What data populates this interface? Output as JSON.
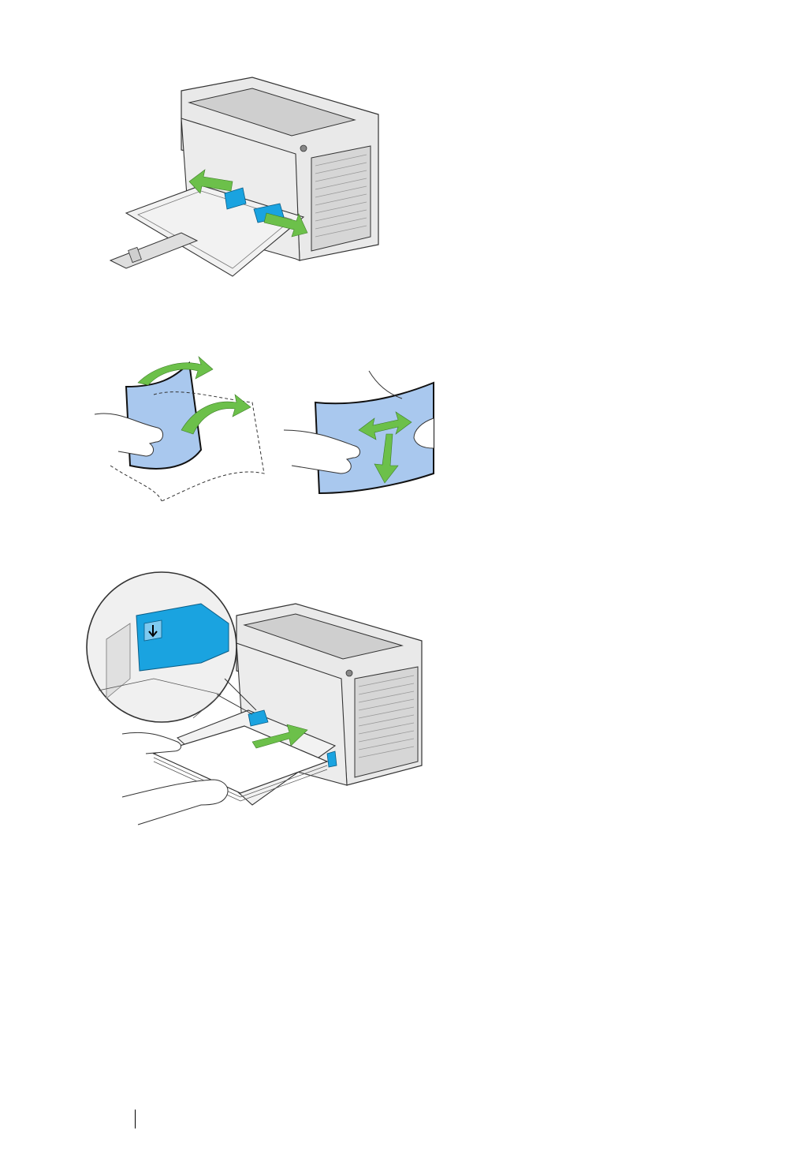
{
  "page": {
    "background": "#ffffff"
  },
  "colors": {
    "arrow_green": "#6cc04a",
    "guide_blue": "#1aa3e0",
    "paper_blue": "#a9c8ee",
    "printer_light": "#e9e9e9",
    "printer_mid": "#d0d0d0",
    "line": "#333333"
  },
  "figures": [
    {
      "id": "printer-guides",
      "icons": [
        "printer-icon",
        "paper-guide-icon",
        "double-arrow-icon"
      ]
    },
    {
      "id": "flex-paper",
      "icons": [
        "hands-icon",
        "paper-stack-icon",
        "curved-arrow-icon"
      ]
    },
    {
      "id": "load-paper",
      "icons": [
        "magnifier-detail-icon",
        "printer-icon",
        "paper-stack-icon",
        "insert-arrow-icon"
      ]
    }
  ]
}
